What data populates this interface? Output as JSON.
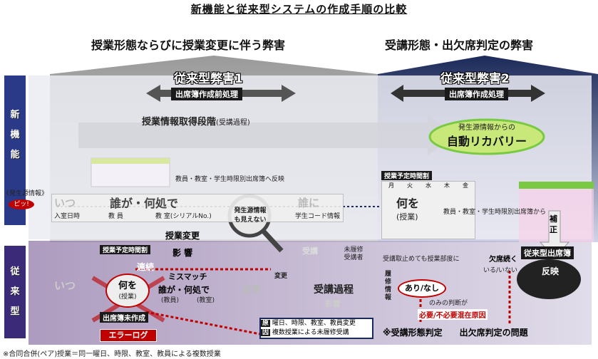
{
  "title": "新機能と従来型システムの作成手順の比較",
  "heading_left": "授業形態ならびに授業変更に伴う弊害",
  "heading_right": "受講形態・出欠席判定の弊害",
  "side_new": [
    "新",
    "機",
    "能"
  ],
  "side_old": [
    "従",
    "来",
    "型"
  ],
  "banner1": {
    "title": "従来型弊害1",
    "sub": "出席簿作成前処理"
  },
  "banner2": {
    "title": "従来型弊害2",
    "sub": "出席簿作成処理"
  },
  "stage_label": "授業情報取得段階",
  "stage_label_paren": "(受講過程)",
  "recovery": {
    "line1": "発生源情報からの",
    "line2": "自動リカバリー"
  },
  "source_info": "《発生源情報》",
  "beep": "ピッ!",
  "itsu": "いつ",
  "dare": "誰が・何処で",
  "dare_ni": "誰に",
  "entry_time": "入室日時",
  "teacher": "教 員",
  "room": "教 室(シリアルNo.)",
  "student_code": "学生コード情報",
  "reflect_top": "教員・教室・学生時限別出席簿へ反映",
  "schedule_label": "授業予定時間割",
  "week_cells": [
    "月",
    "火",
    "水",
    "木",
    "金"
  ],
  "nani_wo": "何を",
  "jugyo": "(授業)",
  "from_schedule": "教員・教室・学生時限別出席簿から",
  "hosei": [
    "補",
    "正"
  ],
  "magnifier": [
    "発生源情報",
    "も見えない"
  ],
  "jugyo_henko": "授業変更",
  "eikyo": "影 響",
  "old_schedule_label": "授業予定時間割",
  "old_itsu": "いつ",
  "renzoku": "連続",
  "nani_wo2": "何を",
  "jugyo2": "(授業)",
  "mismatch": "ミスマッチ",
  "dare2": "誰が・何処で",
  "kyoin2": "(教員)",
  "kyoshitsu2": "(教室)",
  "henko": "変更",
  "henkou_ghost": "変更",
  "jukou_katei": "受講過程",
  "jukou_ghost": "受講",
  "kage": "影響",
  "mirishu": [
    "未履修",
    "受講者"
  ],
  "shusseki_mi": "出席簿未作成",
  "error_log": "エラーログ",
  "cause_box": {
    "k1": "原",
    "t1": "曜日、時限、教室、教員変更",
    "k2": "因",
    "t2": "複数授業による未履修受講"
  },
  "jukou_tori": "受講取止めても授業部度に",
  "kesseki": "欠席続く",
  "iru_inai": "いる/いない",
  "rishu": [
    "履",
    "修",
    "情",
    "報"
  ],
  "ari_nashi": "あり/なし",
  "nomi": "のみの判断が",
  "hitsuyou": "必要/不必要混在原因",
  "old_shusseki": "従来型出席簿",
  "hanei": "反映",
  "problem": "※受講形態判定　　出欠席判定の問題",
  "footnote": "※合同合併(ペア)授業＝同一曜日、時限、教室、教員による複数授業",
  "colors": {
    "accent_red": "#c00000",
    "dark": "#1a1a1a",
    "navy": "#1c2a5a",
    "green": "#7ac943"
  }
}
